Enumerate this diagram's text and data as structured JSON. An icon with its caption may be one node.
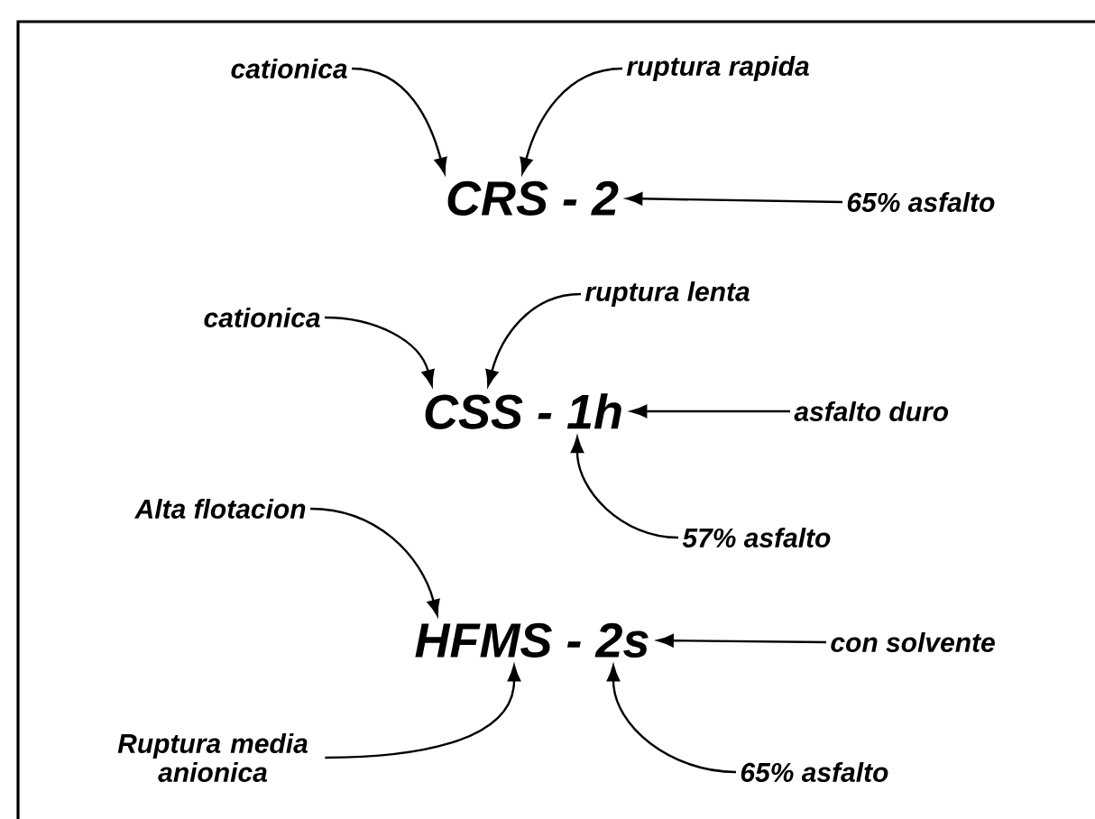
{
  "diagram": {
    "nodes": [
      {
        "text": [
          "cationica"
        ]
      },
      {
        "text": [
          "ruptura rapida"
        ]
      },
      {
        "text": [
          "CRS - 2"
        ]
      },
      {
        "text": [
          "65% asfalto"
        ]
      },
      {
        "text": [
          "cationica"
        ]
      },
      {
        "text": [
          "ruptura lenta"
        ]
      },
      {
        "text": [
          "CSS - 1h"
        ]
      },
      {
        "text": [
          "asfalto duro"
        ]
      },
      {
        "text": [
          "57% asfalto"
        ]
      },
      {
        "text": [
          "Alta flotacion"
        ]
      },
      {
        "text": [
          "HFMS - 2s"
        ]
      },
      {
        "text": [
          "con solvente"
        ]
      },
      {
        "text": [
          "Ruptura media anionica"
        ]
      },
      {
        "text": [
          "65% asfalto"
        ]
      }
    ],
    "edges": [
      {
        "from": 0,
        "to": 2,
        "arrow": "to"
      },
      {
        "from": 1,
        "to": 2,
        "arrow": "to"
      },
      {
        "from": 3,
        "to": 2,
        "arrow": "to"
      },
      {
        "from": 4,
        "to": 6,
        "arrow": "to"
      },
      {
        "from": 5,
        "to": 6,
        "arrow": "to"
      },
      {
        "from": 7,
        "to": 6,
        "arrow": "to"
      },
      {
        "from": 8,
        "to": 6,
        "arrow": "to"
      },
      {
        "from": 9,
        "to": 10,
        "arrow": "to"
      },
      {
        "from": 11,
        "to": 10,
        "arrow": "to"
      },
      {
        "from": 12,
        "to": 10,
        "arrow": "to"
      },
      {
        "from": 13,
        "to": 10,
        "arrow": "to"
      }
    ]
  }
}
